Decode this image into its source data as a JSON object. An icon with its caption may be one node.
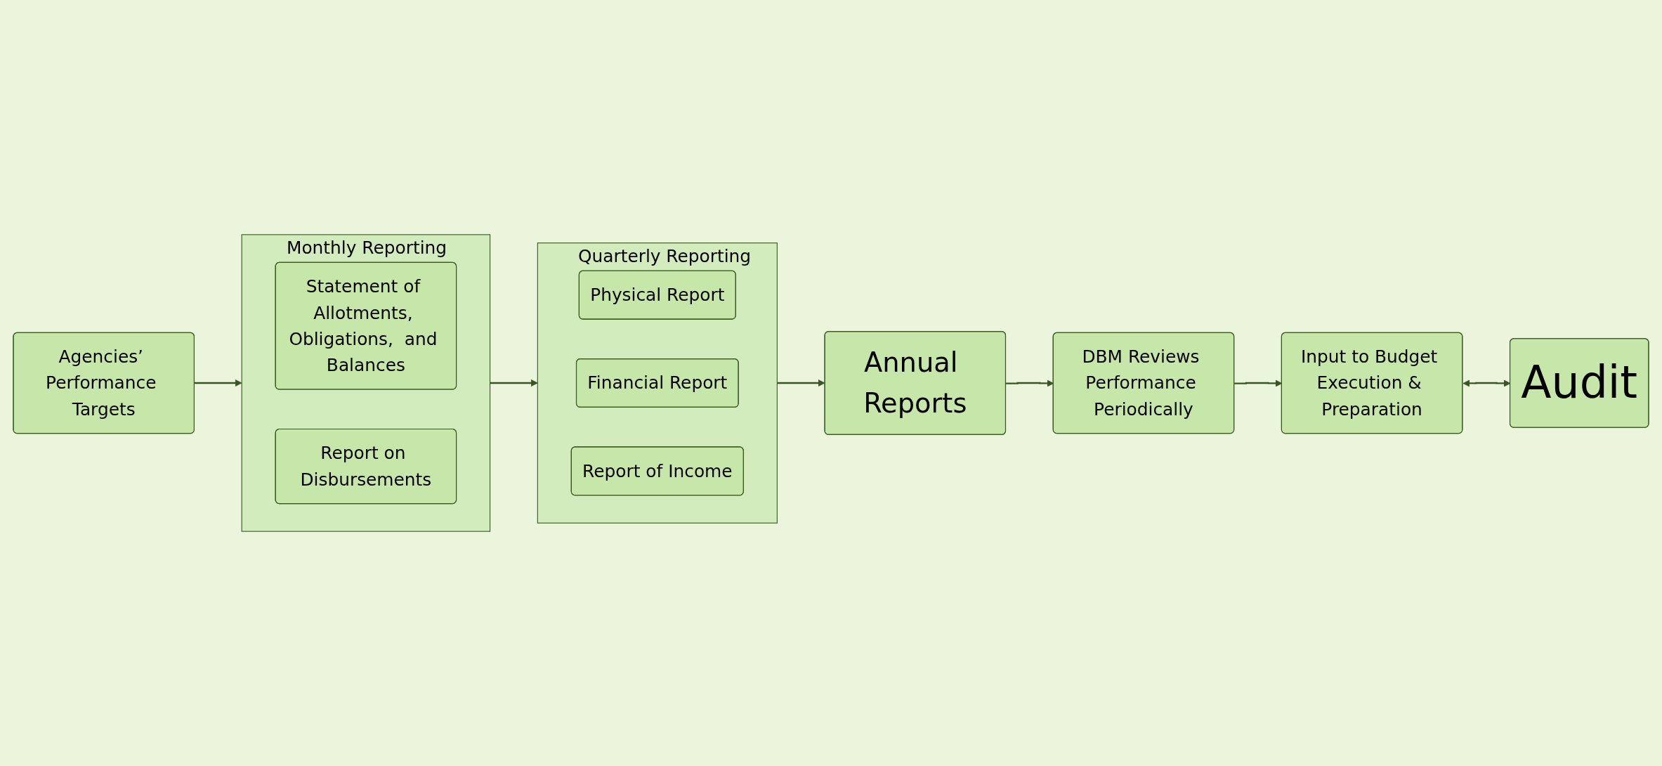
{
  "diagram": {
    "nodes": [
      {
        "text": [
          "Agencies’ Performance Targets"
        ]
      },
      {
        "text": [
          "Monthly Reporting"
        ]
      },
      {
        "text": [
          "Statement of Allotments, Obligations,  and Balances"
        ],
        "in": 1
      },
      {
        "text": [
          "Report on Disbursements"
        ],
        "in": 1
      },
      {
        "text": [
          "Annual Reports"
        ]
      },
      {
        "text": [
          "Quarterly Reporting"
        ]
      },
      {
        "text": [
          "Physical Report"
        ],
        "in": 5
      },
      {
        "text": [
          "Financial Report"
        ],
        "in": 5
      },
      {
        "text": [
          "Report of Income"
        ],
        "in": 5
      },
      {
        "text": [
          "DBM Reviews Performance Periodically"
        ]
      },
      {
        "text": [
          "Input to Budget Execution & Preparation"
        ]
      },
      {
        "text": [
          "Audit"
        ]
      }
    ],
    "edges": [
      {
        "from": 0,
        "to": 1,
        "arrow": "to"
      },
      {
        "from": 1,
        "to": 5,
        "arrow": "to"
      },
      {
        "from": 5,
        "to": 4,
        "arrow": "to"
      },
      {
        "from": 4,
        "to": 9,
        "arrow": "to"
      },
      {
        "from": 9,
        "to": 10,
        "arrow": "to"
      },
      {
        "from": 10,
        "to": 11,
        "arrow": "both"
      }
    ]
  }
}
